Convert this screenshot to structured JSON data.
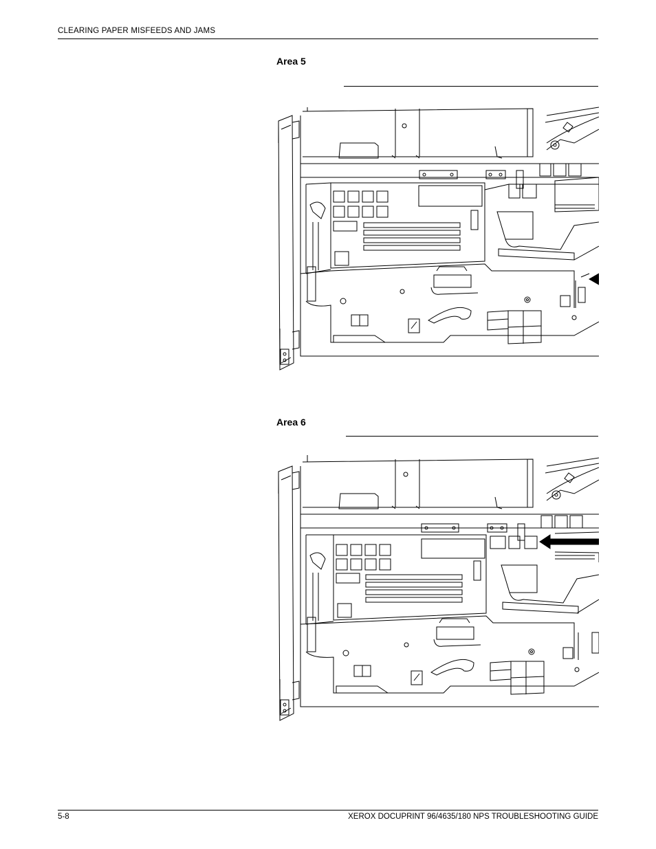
{
  "header": {
    "section_title": "CLEARING PAPER MISFEEDS AND JAMS"
  },
  "areas": [
    {
      "title": "Area 5"
    },
    {
      "title": "Area 6"
    }
  ],
  "footer": {
    "page_number": "5-8",
    "guide_title": "XEROX DOCUPRINT 96/4635/180 NPS TROUBLESHOOTING GUIDE"
  }
}
